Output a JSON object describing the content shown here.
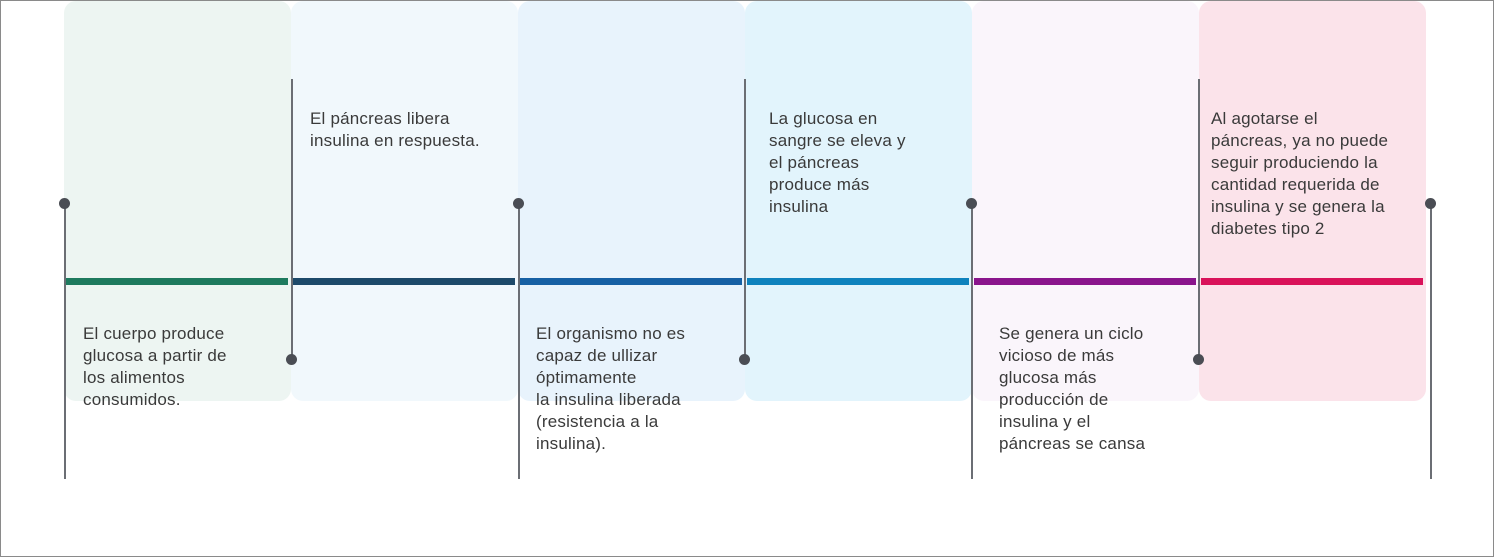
{
  "steps": [
    {
      "text": "El cuerpo produce\nglucosa a partir de\nlos alimentos\nconsumidos.",
      "position": "bottom",
      "bar_color": "#1e7a5e",
      "panel_color": "#edf5f2"
    },
    {
      "text": "El páncreas libera\ninsulina en respuesta.",
      "position": "top",
      "bar_color": "#1d4a6a",
      "panel_color": "#f1f8fc"
    },
    {
      "text": "El organismo no es\ncapaz de ullizar\nóptimamente\nla insulina liberada\n(resistencia a la\ninsulina).",
      "position": "bottom",
      "bar_color": "#1660a4",
      "panel_color": "#e8f3fc"
    },
    {
      "text": "La glucosa en\nsangre se eleva y\nel páncreas\nproduce más\ninsulina",
      "position": "top",
      "bar_color": "#0e82bd",
      "panel_color": "#e2f4fc"
    },
    {
      "text": "Se genera un ciclo\nvicioso de más\nglucosa más\nproducción de\ninsulina y el\npáncreas se cansa",
      "position": "bottom",
      "bar_color": "#8a158c",
      "panel_color": "#faf5fb"
    },
    {
      "text": "Al agotarse el\npáncreas, ya no puede\nseguir produciendo la\ncantidad requerida de\ninsulina y se genera la\ndiabetes tipo 2",
      "position": "top",
      "bar_color": "#d9125a",
      "panel_color": "#fbe3ea"
    }
  ]
}
